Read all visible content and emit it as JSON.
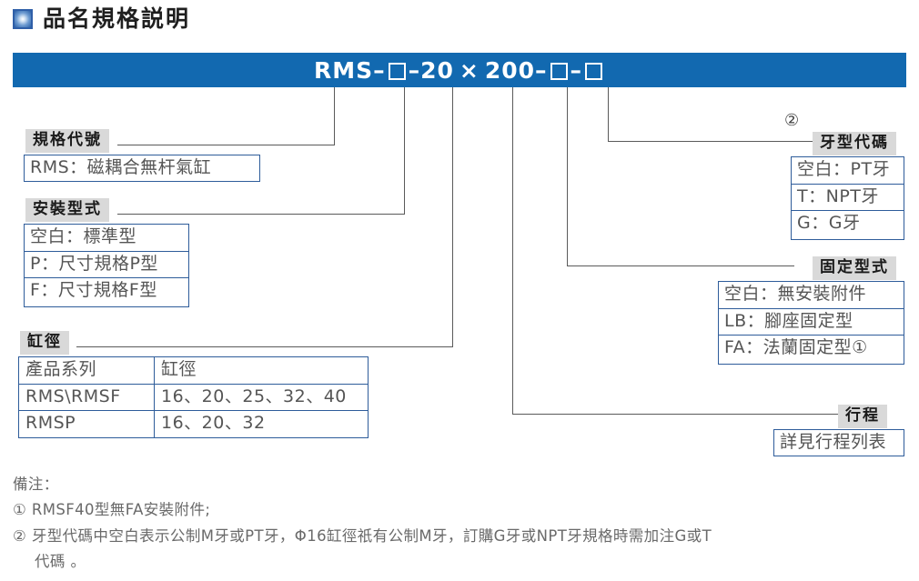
{
  "header": {
    "icon": "blue-square-bullet-icon",
    "title": "品名規格説明"
  },
  "model_bar": {
    "prefix": "RMS",
    "dash1": "–",
    "dash2": "–",
    "bore": "20",
    "times": "×",
    "stroke": "200",
    "dash3": "–",
    "dash4": "–",
    "box_placeholder": "",
    "full_code": "RMS-□-20×200-□-□",
    "accent_color": "#1269B0"
  },
  "sections": {
    "spec_code": {
      "caption": "規格代號",
      "options": [
        "RMS：磁耦合無杆氣缸"
      ]
    },
    "mounting_type": {
      "caption": "安裝型式",
      "options": [
        "空白：標準型",
        "P：尺寸規格P型",
        "F：尺寸規格F型"
      ]
    },
    "bore": {
      "caption": "缸徑",
      "columns": [
        "產品系列",
        "缸徑"
      ],
      "rows": [
        [
          "RMS\\RMSF",
          "16、20、25、32、40"
        ],
        [
          "RMSP",
          "16、20、32"
        ]
      ]
    },
    "thread_code": {
      "caption": "牙型代碼",
      "marker": "②",
      "options": [
        "空白：PT牙",
        "T：NPT牙",
        "G：G牙"
      ]
    },
    "fixing_type": {
      "caption": "固定型式",
      "options": [
        "空白：無安裝附件",
        "LB：腳座固定型",
        "FA：法蘭固定型①"
      ]
    },
    "stroke": {
      "caption": "行程",
      "options": [
        "詳見行程列表"
      ]
    }
  },
  "notes": {
    "title": "備注：",
    "items": [
      "① RMSF40型無FA安裝附件;",
      "② 牙型代碼中空白表示公制M牙或PT牙，Φ16缸徑祇有公制M牙，訂購G牙或NPT牙規格時需加注G或T",
      "代碼 。"
    ]
  }
}
